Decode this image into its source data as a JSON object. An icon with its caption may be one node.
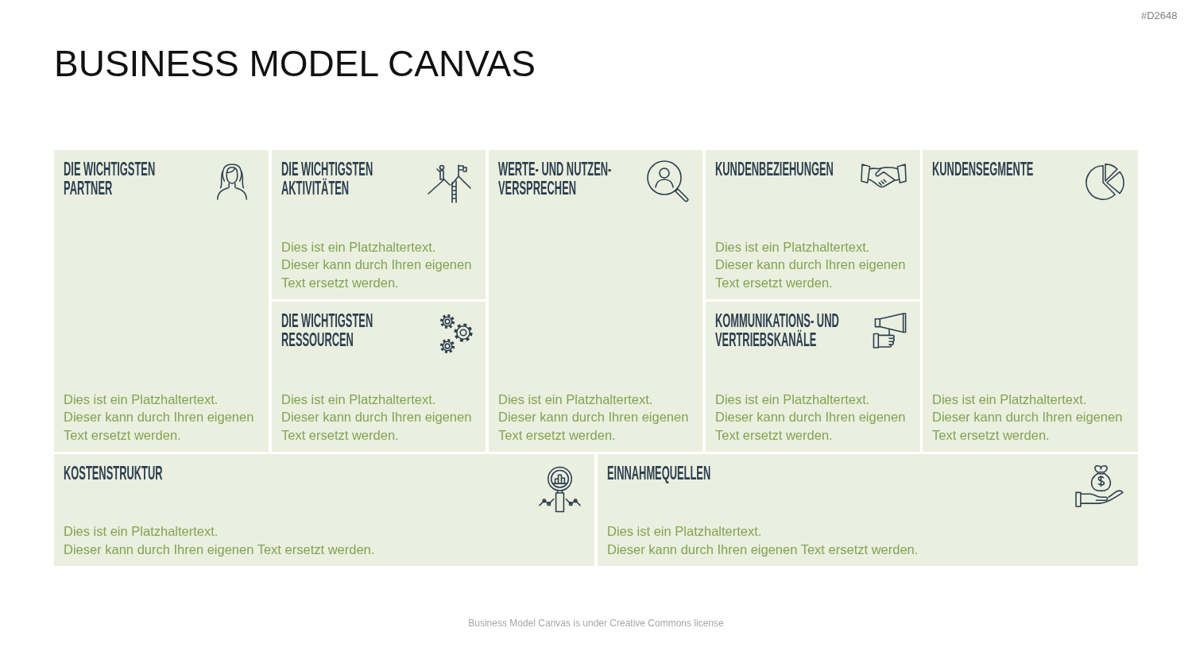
{
  "diagram": {
    "title": "BUSINESS MODEL CANVAS",
    "nodes": [
      {
        "text": [
          "DIE WICHTIGSTEN PARTNER",
          "Dies ist ein Platzhaltertext.",
          "Dieser kann durch Ihren eigenen Text ersetzt werden."
        ]
      },
      {
        "text": [
          "DIE WICHTIGSTEN AKTIVITÄTEN",
          "Dies ist ein Platzhaltertext.",
          "Dieser kann durch Ihren eigenen Text ersetzt werden."
        ]
      },
      {
        "text": [
          "WERTE- UND NUTZEN- VERSPRECHEN",
          "Dies ist ein Platzhaltertext.",
          "Dieser kann durch Ihren eigenen Text ersetzt werden."
        ]
      },
      {
        "text": [
          "KUNDENBEZIEHUNGEN",
          "Dies ist ein Platzhaltertext.",
          "Dieser kann durch Ihren eigenen Text ersetzt werden."
        ]
      },
      {
        "text": [
          "KUNDENSEGMENTE",
          "Dies ist ein Platzhaltertext.",
          "Dieser kann durch Ihren eigenen Text ersetzt werden."
        ]
      },
      {
        "text": [
          "DIE WICHTIGSTEN RESSOURCEN",
          "Dies ist ein Platzhaltertext.",
          "Dieser kann durch Ihren eigenen Text ersetzt werden."
        ]
      },
      {
        "text": [
          "KOMMUNIKATIONS- UND VERTRIEBSKANÄLE",
          "Dies ist ein Platzhaltertext.",
          "Dieser kann durch Ihren eigenen Text ersetzt werden."
        ]
      },
      {
        "text": [
          "KOSTENSTRUKTUR",
          "Dies ist ein Platzhaltertext.",
          "Dieser kann durch Ihren eigenen Text ersetzt werden."
        ]
      },
      {
        "text": [
          "EINNAHMEQUELLEN",
          "Dies ist ein Platzhaltertext.",
          "Dieser kann durch Ihren eigenen Text ersetzt werden."
        ]
      }
    ],
    "labels": [
      "#D2648"
    ],
    "caption": "Business Model Canvas is under Creative Commons license"
  }
}
